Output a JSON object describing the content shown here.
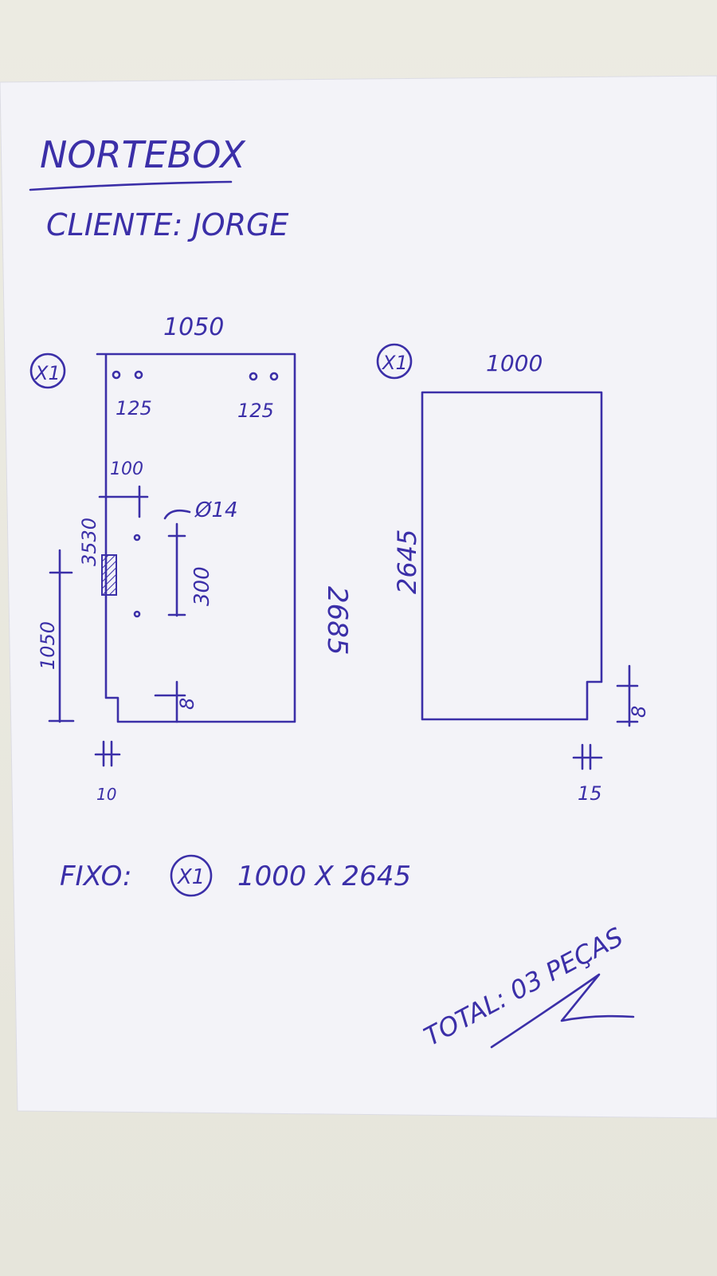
{
  "header": {
    "company": "NORTEBOX",
    "client": "CLIENTE: JORGE"
  },
  "piece1": {
    "qty": "X1",
    "width": "1050",
    "height": "2685",
    "holes_left": "125",
    "holes_right": "125",
    "offset": "100",
    "diameter": "Ø14",
    "side_dim": "3530",
    "spacing": "300",
    "lower_dim": "1050",
    "notch": "8",
    "bottom_gap": "10"
  },
  "piece2": {
    "qty": "X1",
    "width": "1000",
    "height": "2645",
    "notch": "8",
    "bottom_gap": "15"
  },
  "fixo": {
    "label": "FIXO:",
    "qty": "X1",
    "dims": "1000 X 2645"
  },
  "total": "TOTAL: 03 PEÇAS"
}
